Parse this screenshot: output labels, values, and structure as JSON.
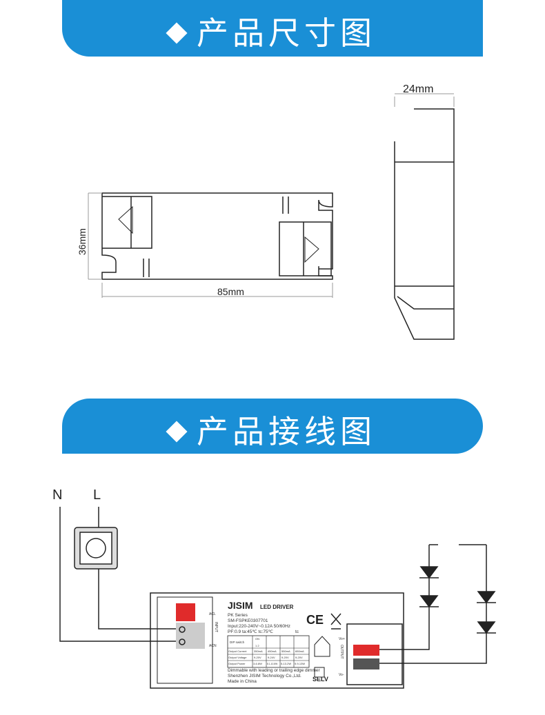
{
  "sections": {
    "dimensions": {
      "title": "产品尺寸图",
      "width_label": "85mm",
      "height_label": "36mm",
      "depth_label": "24mm"
    },
    "wiring": {
      "title": "产品接线图",
      "neutral": "N",
      "live": "L"
    }
  },
  "label": {
    "brand": "JISIM",
    "product": "LED DRIVER",
    "series": "PK Series",
    "model": "SM-FSPKE0307701",
    "input": "Input:220-240V~0.12A 50/60Hz",
    "pf": "PF:0.9  ta:45℃  tc:75℃",
    "tc_mark": "tc",
    "ce": "CE",
    "selv": "SELV",
    "input_side": "INPUT",
    "acl": "ACL",
    "acn": "ACN",
    "output_side": "OUTPUT",
    "vo_plus": "Vo+",
    "vo_minus": "Vo-",
    "dip_on": "ON",
    "dip_nums": "1 2",
    "table": {
      "row_headers": [
        "DIP switch",
        "Output Current",
        "Output Voltage",
        "Output Power"
      ],
      "columns": [
        {
          "current": "350mA",
          "voltage": "9-20V",
          "power": "3-6.8W"
        },
        {
          "current": "450mA",
          "voltage": "9-24V",
          "power": "8.1-10.8W"
        },
        {
          "current": "550mA",
          "voltage": "9-20V",
          "power": "5-13.2W"
        },
        {
          "current": "650mA",
          "voltage": "9-20V",
          "power": "5.9-13W"
        }
      ]
    },
    "footer": [
      "Dimmable with leading or trailing edge dimmer",
      "Shenzhen JISIM Technology Co.,Ltd.",
      "Made in China"
    ]
  },
  "colors": {
    "banner": "#1a8fd6",
    "red_block": "#e02b2b"
  }
}
